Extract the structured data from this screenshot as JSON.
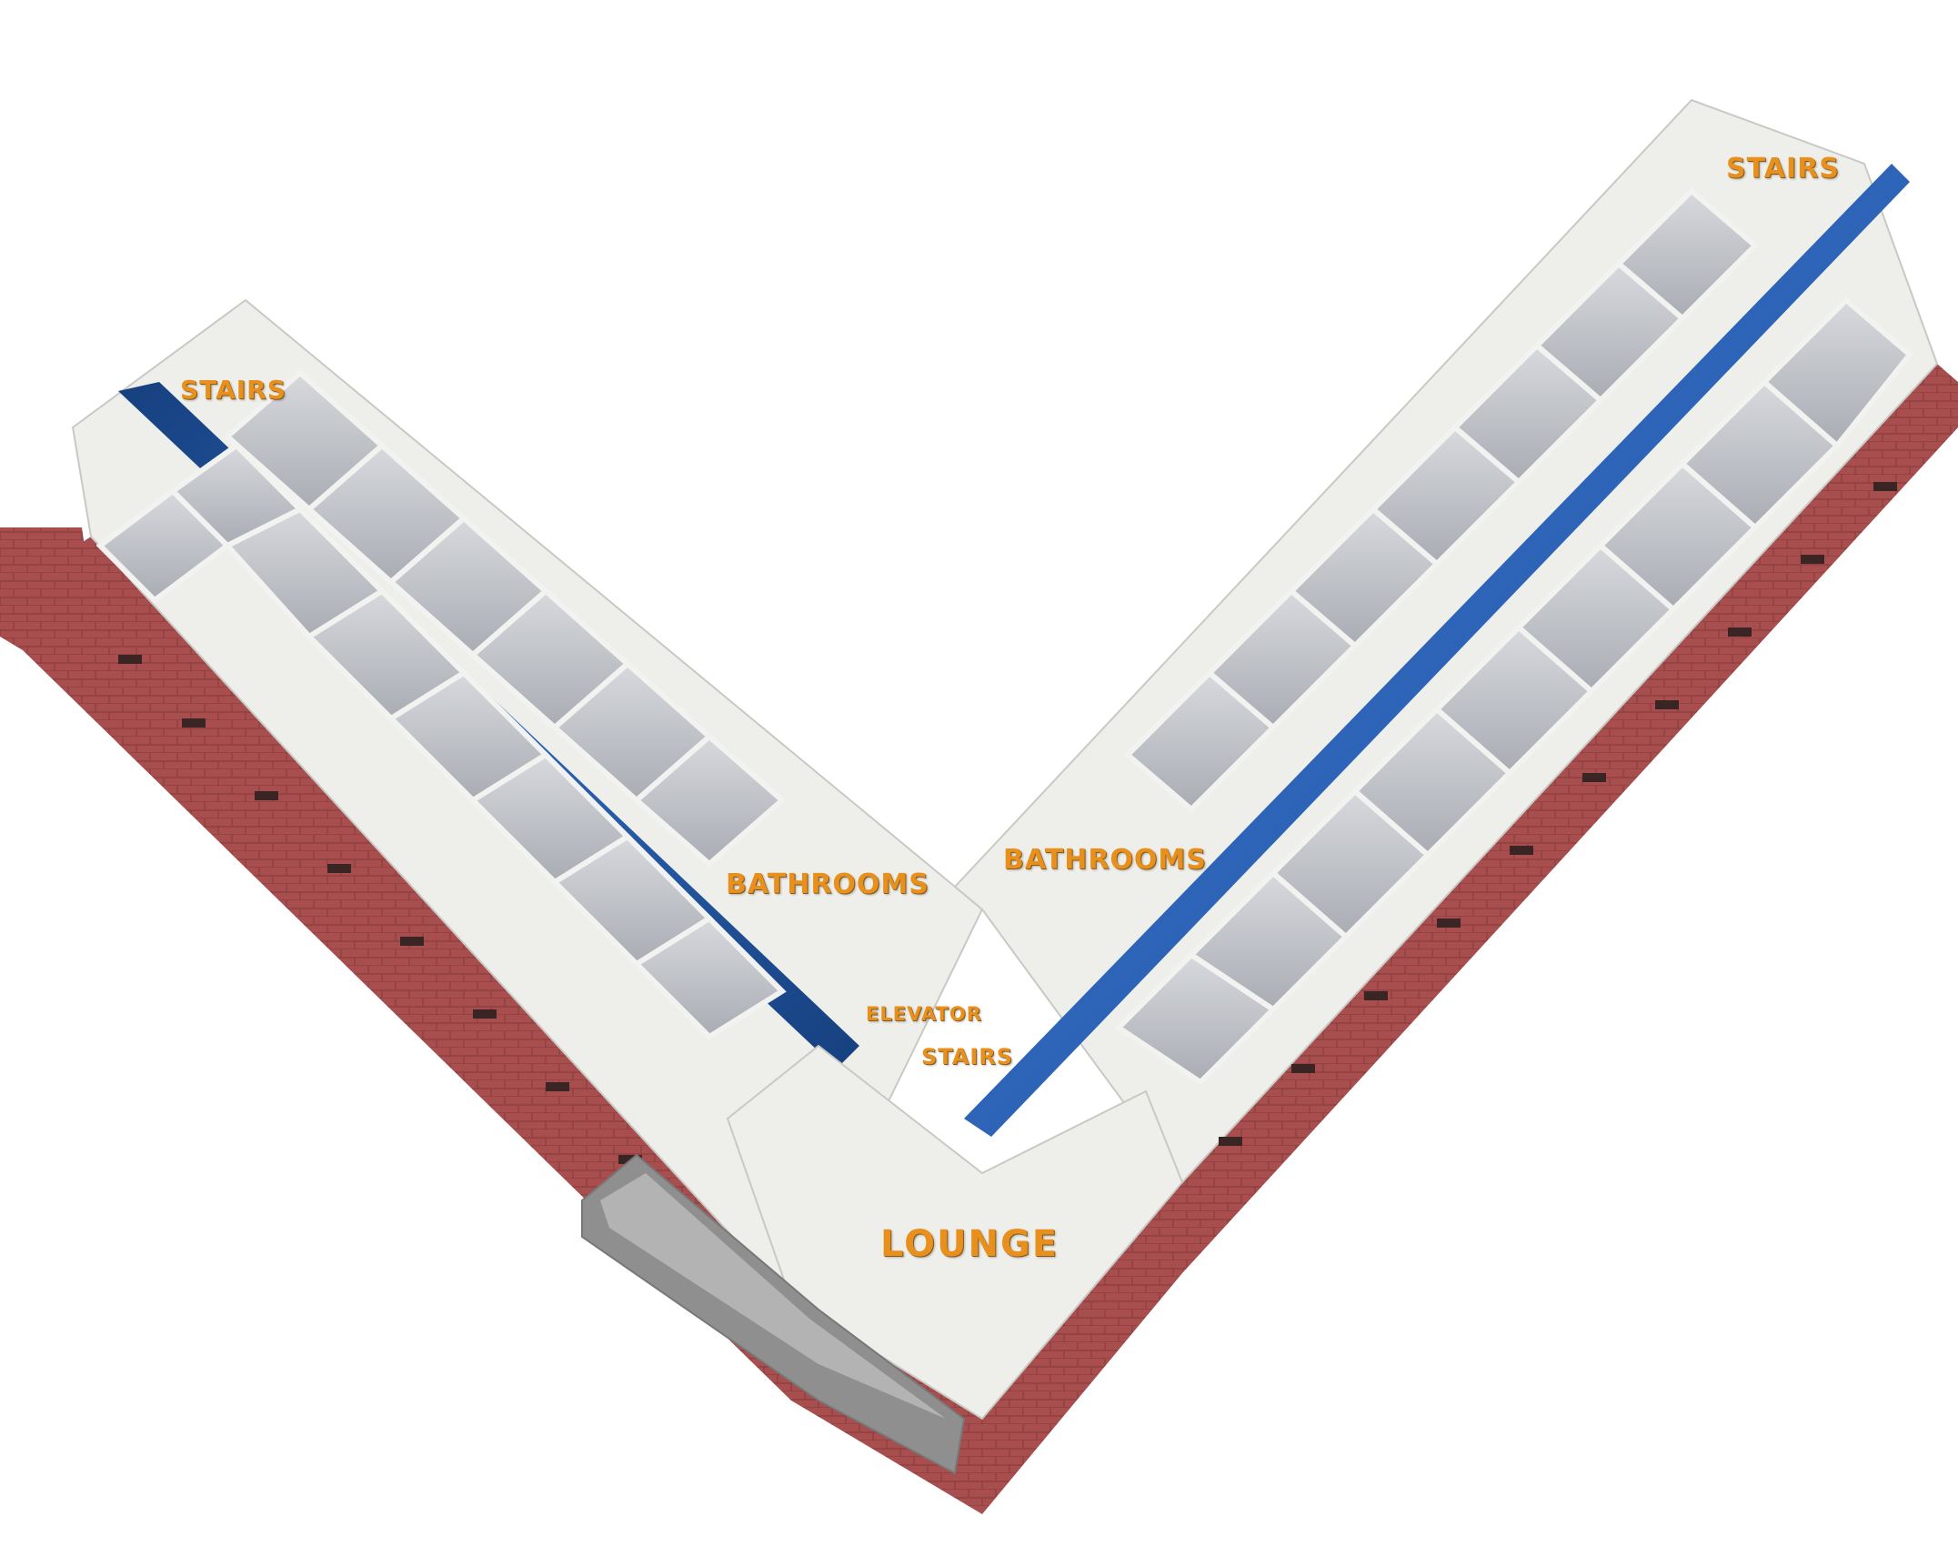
{
  "labels": {
    "stairs_left": "STAIRS",
    "stairs_right": "STAIRS",
    "bathrooms_left": "BATHROOMS",
    "bathrooms_right": "BATHROOMS",
    "elevator": "ELEVATOR",
    "stairs_center": "STAIRS",
    "lounge": "LOUNGE"
  },
  "colors": {
    "brick": "#a84e4e",
    "brick_dark": "#7e3434",
    "floor_slab": "#eeeeea",
    "room_floor": "#b9bcc2",
    "room_wall": "#d9dadd",
    "corridor": "#1f4f9c",
    "label": "#e8901e"
  }
}
